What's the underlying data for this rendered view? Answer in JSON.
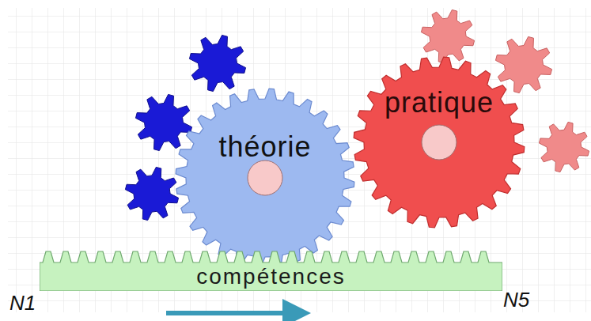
{
  "diagram": {
    "nodes": [
      {
        "text": [
          "théorie"
        ]
      },
      {
        "text": [
          "pratique"
        ]
      },
      {
        "text": [
          "compétences"
        ]
      }
    ],
    "labels": [
      "N1",
      "N5"
    ]
  }
}
